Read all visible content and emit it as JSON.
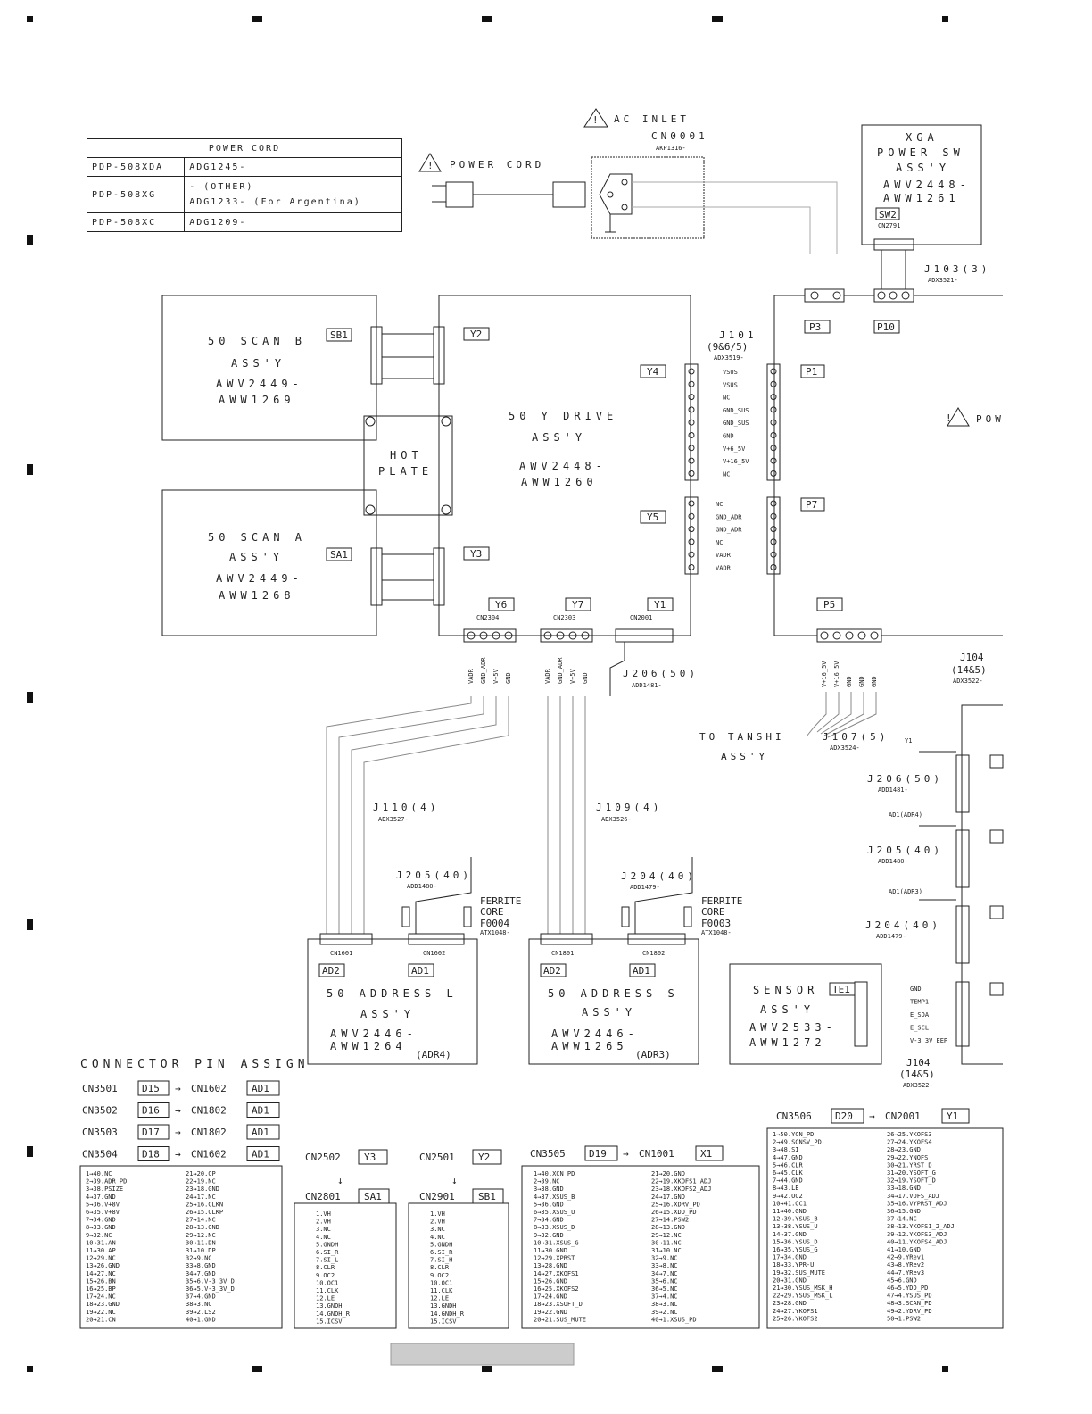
{
  "power_cord_table": {
    "header": "POWER CORD",
    "rows": [
      {
        "model": "PDP-508XDA",
        "part": "ADG1245-"
      },
      {
        "model": "PDP-508XG",
        "part": "- (OTHER)",
        "part2": "ADG1233- (For Argentina)"
      },
      {
        "model": "PDP-508XC",
        "part": "ADG1209-"
      }
    ]
  },
  "labels": {
    "power_cord": "POWER CORD",
    "ac_inlet": "AC INLET",
    "cn0001": "CN0001",
    "akp1316": "AKP1316-",
    "xga_power_sw": [
      "XGA",
      "POWER SW",
      "ASS'Y",
      "AWV2448-",
      "AWW1261"
    ],
    "sw2": "SW2",
    "cn2791": "CN2791",
    "j103": "J103(3)",
    "adx3521": "ADX3521-",
    "p3": "P3",
    "p10": "P10",
    "p1": "P1",
    "p7": "P7",
    "p5": "P5",
    "j101": [
      "J101",
      "(9&6/5)",
      "ADX3519-"
    ],
    "scan_b": [
      "50 SCAN B",
      "ASS'Y",
      "AWV2449-",
      "AWW1269"
    ],
    "scan_a": [
      "50 SCAN A",
      "ASS'Y",
      "AWV2449-",
      "AWW1268"
    ],
    "hot_plate": [
      "HOT",
      "PLATE"
    ],
    "y_drive": [
      "50 Y DRIVE",
      "ASS'Y",
      "AWV2448-",
      "AWW1260"
    ],
    "sb1": "SB1",
    "sa1": "SA1",
    "y1": "Y1",
    "y2": "Y2",
    "y3": "Y3",
    "y4": "Y4",
    "y5": "Y5",
    "y6": "Y6",
    "y7": "Y7",
    "cn2304": "CN2304",
    "cn2303": "CN2303",
    "cn2001": "CN2001",
    "j206": "J206(50)",
    "add1481": "ADD1481-",
    "to_tanshi": [
      "TO TANSHI",
      "ASS'Y"
    ],
    "j107": "J107(5)",
    "adx3524": "ADX3524-",
    "j104": [
      "J104",
      "(14&5)",
      "ADX3522-"
    ],
    "j110": "J110(4)",
    "adx3527": "ADX3527-",
    "j109": "J109(4)",
    "adx3526": "ADX3526-",
    "j205": "J205(40)",
    "add1480": "ADD1480-",
    "j204": "J204(40)",
    "add1479": "ADD1479-",
    "ferrite_l": [
      "FERRITE",
      "CORE",
      "F0004",
      "ATX1048-"
    ],
    "ferrite_s": [
      "FERRITE",
      "CORE",
      "F0003",
      "ATX1048-"
    ],
    "addr_l": [
      "50 ADDRESS L",
      "ASS'Y",
      "AWV2446-",
      "AWW1264",
      "(ADR4)"
    ],
    "addr_s": [
      "50 ADDRESS S",
      "ASS'Y",
      "AWV2446-",
      "AWW1265",
      "(ADR3)"
    ],
    "ad1": "AD1",
    "ad2": "AD2",
    "cn1601": "CN1601",
    "cn1602": "CN1602",
    "cn1801": "CN1801",
    "cn1802": "CN1802",
    "sensor": [
      "SENSOR",
      "ASS'Y",
      "AWV2533-",
      "AWW1272"
    ],
    "te1": "TE1",
    "sensor_pins": [
      "GND",
      "TEMP1",
      "E_SDA",
      "E_SCL",
      "V-3_3V_EEP"
    ],
    "j101_pins_a": [
      "VSUS",
      "VSUS",
      "NC",
      "GND_SUS",
      "GND_SUS",
      "GND",
      "V+6_5V",
      "V+16_5V",
      "NC"
    ],
    "j101_pins_b": [
      "NC",
      "GND_ADR",
      "GND_ADR",
      "NC",
      "VADR",
      "VADR"
    ],
    "y6_pins": [
      "VADR",
      "GND_ADR",
      "V+5V",
      "GND"
    ],
    "y7_pins": [
      "VADR",
      "GND_ADR",
      "V+5V",
      "GND"
    ],
    "p5_pins": [
      "V+16_5V",
      "V+16_5V",
      "GND",
      "GND",
      "GND"
    ],
    "pow": "POW",
    "y1_small": "Y1",
    "ad1_adr4": "AD1(ADR4)",
    "ad1_adr3": "AD1(ADR3)",
    "cn3504": "CN3504",
    "cn3503": "CN3503",
    "cn3502": "CN3502"
  },
  "pin_assign": {
    "title": "CONNECTOR PIN ASSIGN",
    "rows": [
      {
        "a": "CN3501",
        "b": "D15",
        "c": "CN1602",
        "d": "AD1"
      },
      {
        "a": "CN3502",
        "b": "D16",
        "c": "CN1802",
        "d": "AD1"
      },
      {
        "a": "CN3503",
        "b": "D17",
        "c": "CN1802",
        "d": "AD1"
      },
      {
        "a": "CN3504",
        "b": "D18",
        "c": "CN1602",
        "d": "AD1"
      }
    ],
    "table1_left": [
      "1→40.NC",
      "2→39.ADR_PD",
      "3→38.PSIZE",
      "4→37.GND",
      "5→36.V+8V",
      "6→35.V+8V",
      "7→34.GND",
      "8→33.GND",
      "9→32.NC",
      "10→31.AN",
      "11→30.AP",
      "12→29.NC",
      "13→26.GND",
      "14→27.NC",
      "15→26.BN",
      "16→25.BP",
      "17→24.NC",
      "18→23.GND",
      "19→22.NC",
      "20→21.CN"
    ],
    "table1_right": [
      "21→20.CP",
      "22→19.NC",
      "23→18.GND",
      "24→17.NC",
      "25→16.CLKN",
      "26→15.CLKP",
      "27→14.NC",
      "28→13.GND",
      "29→12.NC",
      "30→11.DN",
      "31→10.DP",
      "32→9.NC",
      "33→8.GND",
      "34→7.GND",
      "35→6.V-3_3V_D",
      "36→5.V-3_3V_D",
      "37→4.GND",
      "38→3.NC",
      "39→2.LS2",
      "40→1.GND"
    ],
    "y3_head": {
      "a": "CN2502",
      "b": "Y3",
      "c": "CN2801",
      "d": "SA1"
    },
    "y2_head": {
      "a": "CN2501",
      "b": "Y2",
      "c": "CN2901",
      "d": "SB1"
    },
    "table2": [
      "1.VH",
      "2.VH",
      "3.NC",
      "4.NC",
      "5.GNDH",
      "6.SI_R",
      "7.SI_L",
      "8.CLR",
      "9.OC2",
      "10.OC1",
      "11.CLK",
      "12.LE",
      "13.GNDH",
      "14.GNDH_R",
      "15.ICSV"
    ],
    "table3": [
      "1.VH",
      "2.VH",
      "3.NC",
      "4.NC",
      "5.GNDH",
      "6.SI_R",
      "7.SI_H",
      "8.CLR",
      "9.OC2",
      "10.OC1",
      "11.CLK",
      "12.LE",
      "13.GNDH",
      "14.GNDH_R",
      "15.ICSV"
    ],
    "x1_head": {
      "a": "CN3505",
      "b": "D19",
      "c": "CN1001",
      "d": "X1"
    },
    "table4_left": [
      "1→40.XCN_PD",
      "2→39.NC",
      "3→38.GND",
      "4→37.XSUS_B",
      "5→36.GND",
      "6→35.XSUS_U",
      "7→34.GND",
      "8→33.XSUS_D",
      "9→32.GND",
      "10→31.XSUS_G",
      "11→30.GND",
      "12→29.XPRST",
      "13→28.GND",
      "14→27.XKOFS1",
      "15→26.GND",
      "16→25.XKOFS2",
      "17→24.GND",
      "18→23.XSOFT_D",
      "19→22.GND",
      "20→21.SUS_MUTE"
    ],
    "table4_right": [
      "21→20.GND",
      "22→19.XKOFS1_ADJ",
      "23→18.XKOFS2_ADJ",
      "24→17.GND",
      "25→16.XDRV_PD",
      "26→15.XDD_PD",
      "27→14.PSW2",
      "28→13.GND",
      "29→12.NC",
      "30→11.NC",
      "31→10.NC",
      "32→9.NC",
      "33→8.NC",
      "34→7.NC",
      "35→6.NC",
      "36→5.NC",
      "37→4.NC",
      "38→3.NC",
      "39→2.NC",
      "40→1.XSUS_PD"
    ],
    "y1_head": {
      "a": "CN3506",
      "b": "D20",
      "c": "CN2001",
      "d": "Y1"
    },
    "table5_left": [
      "1→50.YCN_PD",
      "2→49.SCNSV_PD",
      "3→48.SI",
      "4→47.GND",
      "5→46.CLR",
      "6→45.CLK",
      "7→44.GND",
      "8→43.LE",
      "9→42.OC2",
      "10→41.OC1",
      "11→40.GND",
      "12→39.YSUS_B",
      "13→38.YSUS_U",
      "14→37.GND",
      "15→36.YSUS_D",
      "16→35.YSUS_G",
      "17→34.GND",
      "18→33.YPR-U",
      "19→32.SUS_MUTE",
      "20→31.GND",
      "21→30.YSUS_MSK_H",
      "22→29.YSUS_MSK_L",
      "23→28.GND",
      "24→27.YKOFS1",
      "25→26.YKOFS2"
    ],
    "table5_right": [
      "26→25.YKOFS3",
      "27→24.YKOFS4",
      "28→23.GND",
      "29→22.YNOFS",
      "30→21.YRST_D",
      "31→20.YSOFT_G",
      "32→19.YSOFT_D",
      "33→18.GND",
      "34→17.VOFS_ADJ",
      "35→16.VYPRST_ADJ",
      "36→15.GND",
      "37→14.NC",
      "38→13.YKOFS1_2_ADJ",
      "39→12.YKOFS3_ADJ",
      "40→11.YKOFS4_ADJ",
      "41→10.GND",
      "42→9.YRev1",
      "43→8.YRev2",
      "44→7.YRev3",
      "45→6.GND",
      "46→5.YDD_PD",
      "47→4.YSUS_PD",
      "48→3.SCAN_PD",
      "49→2.YDRV_PD",
      "50→1.PSW2"
    ]
  }
}
